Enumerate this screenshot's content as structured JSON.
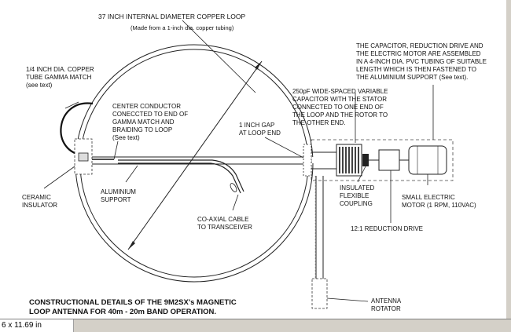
{
  "diagram": {
    "top_title": "37 INCH INTERNAL DIAMETER COPPER LOOP",
    "top_subtitle": "(Made from a 1-inch dia. copper tubing)",
    "gamma_match": [
      "1/4 INCH DIA. COPPER",
      "TUBE GAMMA MATCH",
      "(see text)"
    ],
    "center_conductor": [
      "CENTER CONDUCTOR",
      "CONECCTED TO END OF",
      "GAMMA MATCH AND",
      "BRAIDING TO LOOP",
      "(See text)"
    ],
    "gap": [
      "1 INCH GAP",
      "AT LOOP END"
    ],
    "assembly_note": [
      "THE CAPACITOR, REDUCTION DRIVE AND",
      "THE ELECTRIC MOTOR ARE ASSEMBLED",
      "IN A 4-INCH DIA. PVC TUBING OF SUITABLE",
      "LENGTH WHICH IS THEN FASTENED TO",
      "THE ALUMINIUM SUPPORT (See text)."
    ],
    "capacitor": [
      "250pF WIDE-SPACED VARIABLE",
      "CAPACITOR WITH THE STATOR",
      "CONNECTED TO ONE END OF",
      "THE LOOP AND THE ROTOR TO",
      "THE OTHER END."
    ],
    "ceramic": [
      "CERAMIC",
      "INSULATOR"
    ],
    "aluminium": [
      "ALUMINIUM",
      "SUPPORT"
    ],
    "coax": [
      "CO-AXIAL CABLE",
      "TO TRANSCEIVER"
    ],
    "coupling": [
      "INSULATED",
      "FLEXIBLE",
      "COUPLING"
    ],
    "reduction": "12:1 REDUCTION DRIVE",
    "motor": [
      "SMALL ELECTRIC",
      "MOTOR (1 RPM, 110VAC)"
    ],
    "rotator": [
      "ANTENNA",
      "ROTATOR"
    ],
    "caption": [
      "CONSTRUCTIONAL DETAILS OF THE 9M2SX's MAGNETIC",
      "LOOP ANTENNA FOR 40m - 20m BAND OPERATION."
    ]
  },
  "statusbar": {
    "page_size": "6 x 11.69 in"
  }
}
